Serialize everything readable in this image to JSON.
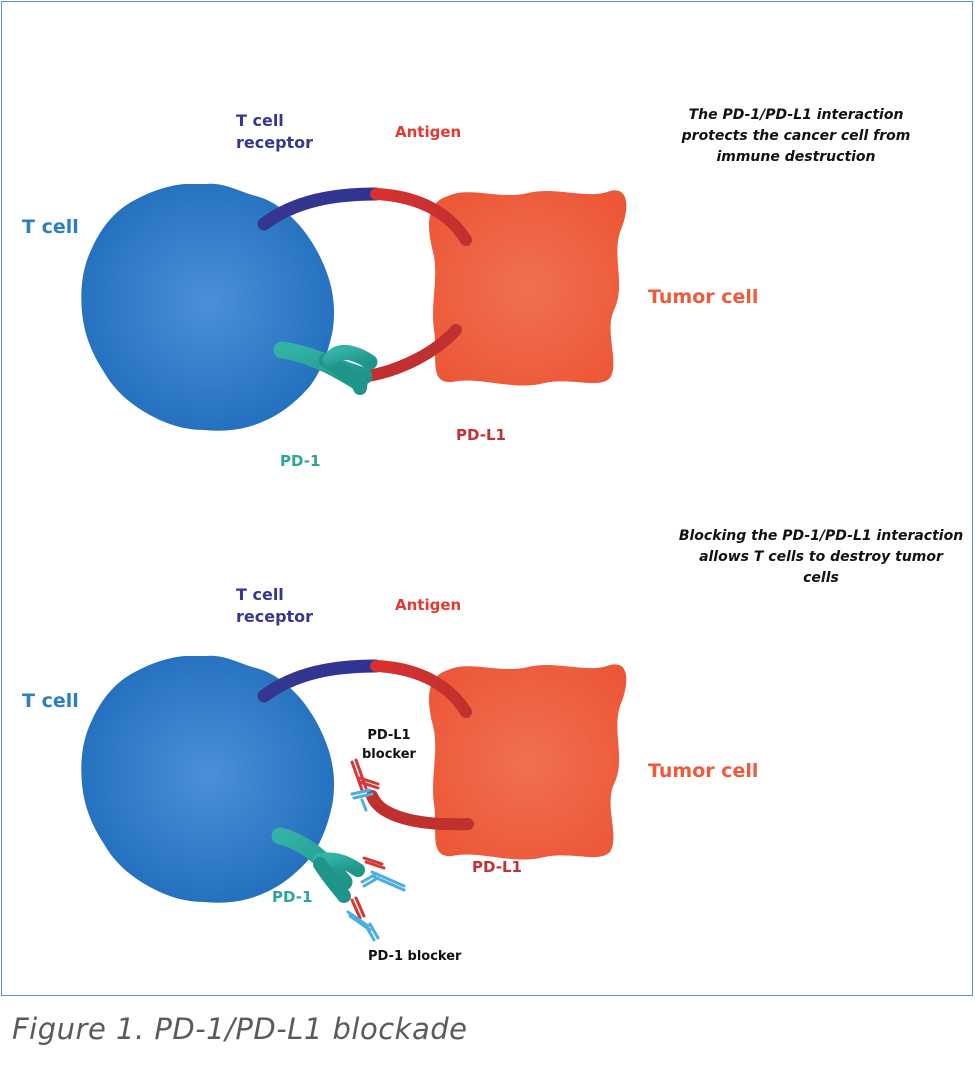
{
  "colors": {
    "frame_border": "#5b8fc7",
    "t_cell": "#2a7dc9",
    "t_cell_receptor": "#35378f",
    "antigen": "#e23a2e",
    "tumor_cell": "#ef5a3b",
    "pd_l1": "#c62f32",
    "pd_1": "#2aa59a",
    "pd1_blocker": "#4aaee0",
    "caption": "#5a5a5a"
  },
  "panel_top": {
    "note_lines": [
      "The PD-1/PD-L1 interaction",
      "protects the cancer cell from",
      "immune destruction"
    ],
    "t_cell": "T cell",
    "t_cell_receptor_lines": [
      "T cell",
      "receptor"
    ],
    "antigen": "Antigen",
    "tumor_cell": "Tumor cell",
    "pd_l1": "PD-L1",
    "pd_1": "PD-1"
  },
  "panel_bottom": {
    "note_lines": [
      "Blocking the PD-1/PD-L1 interaction",
      "allows T cells to destroy tumor",
      "cells"
    ],
    "t_cell": "T cell",
    "t_cell_receptor_lines": [
      "T cell",
      "receptor"
    ],
    "antigen": "Antigen",
    "tumor_cell": "Tumor cell",
    "pd_l1": "PD-L1",
    "pd_1": "PD-1",
    "pd_l1_blocker_lines": [
      "PD-L1",
      "blocker"
    ],
    "pd_1_blocker": "PD-1 blocker"
  },
  "caption": "Figure 1. PD-1/PD-L1 blockade"
}
